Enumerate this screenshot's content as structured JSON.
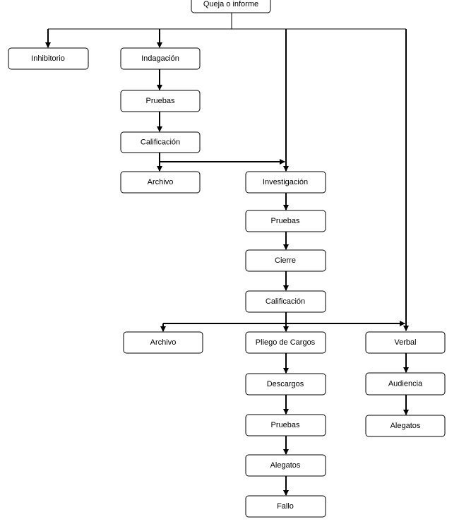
{
  "nodes": {
    "queja": "Queja o informe",
    "inhibitorio": "Inhibitorio",
    "indagacion": "Indagación",
    "pruebas_1": "Pruebas",
    "calificacion_1": "Calificación",
    "archivo_1": "Archivo",
    "investigacion": "Investigación",
    "pruebas_2": "Pruebas",
    "cierre": "Cierre",
    "calificacion_2": "Calificación",
    "archivo_2": "Archivo",
    "pliego": "Pliego de Cargos",
    "verbal": "Verbal",
    "descargos": "Descargos",
    "audiencia": "Audiencia",
    "pruebas_3": "Pruebas",
    "alegatos_verbal": "Alegatos",
    "alegatos": "Alegatos",
    "fallo": "Fallo"
  }
}
